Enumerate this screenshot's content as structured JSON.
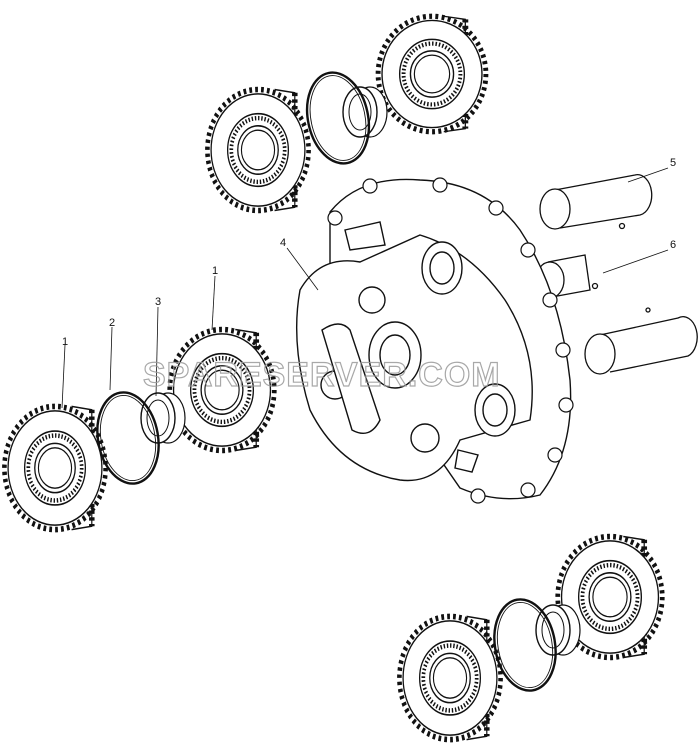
{
  "diagram": {
    "callouts": [
      {
        "id": "c1a",
        "text": "1"
      },
      {
        "id": "c1b",
        "text": "1"
      },
      {
        "id": "c2",
        "text": "2"
      },
      {
        "id": "c3",
        "text": "3"
      },
      {
        "id": "c4",
        "text": "4"
      },
      {
        "id": "c5",
        "text": "5"
      },
      {
        "id": "c6",
        "text": "6"
      }
    ],
    "watermark": "SPARESERVER.COM",
    "colors": {
      "line": "#111111",
      "paper": "#ffffff",
      "watermark": "#9a9a9a"
    }
  }
}
